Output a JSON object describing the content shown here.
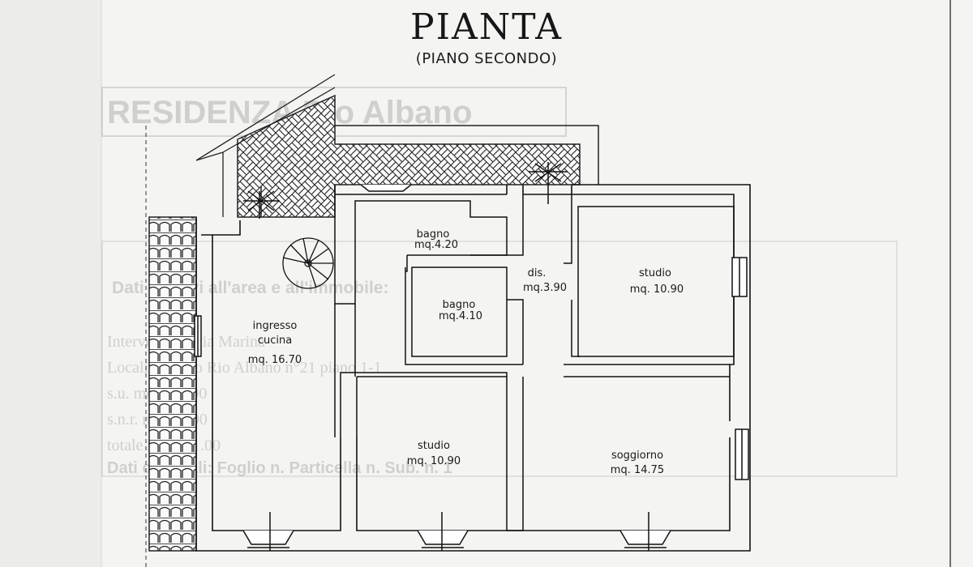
{
  "header": {
    "title": "PIANTA",
    "subtitle": "(PIANO SECONDO)"
  },
  "rooms": [
    {
      "id": "ingresso-cucina",
      "name": "ingresso",
      "name2": "cucina",
      "area": "mq. 16.70"
    },
    {
      "id": "bagno-1",
      "name": "bagno",
      "area": "mq.4.20"
    },
    {
      "id": "bagno-2",
      "name": "bagno",
      "area": "mq.4.10"
    },
    {
      "id": "disimpegno",
      "name": "dis.",
      "area": "mq.3.90"
    },
    {
      "id": "studio-1",
      "name": "studio",
      "area": "mq. 10.90"
    },
    {
      "id": "studio-2",
      "name": "studio",
      "area": "mq. 10.90"
    },
    {
      "id": "soggiorno",
      "name": "soggiorno",
      "area": "mq. 14.75"
    }
  ],
  "show_through": {
    "heading": "RESIDENZA Rio Albano",
    "section_title": "Dati relativi all'area e all'immobile:",
    "lines": [
      "Intervento in via Marina",
      "Località Largo Rio Albano n°21 piano 1-1",
      "s.u.   mq. 132.00",
      "s.n.r.   mq.   10.00",
      "totale   mq. 141.00",
      "Dati catastali: Foglio n.   Particella n.   Sub. n. 1"
    ]
  }
}
